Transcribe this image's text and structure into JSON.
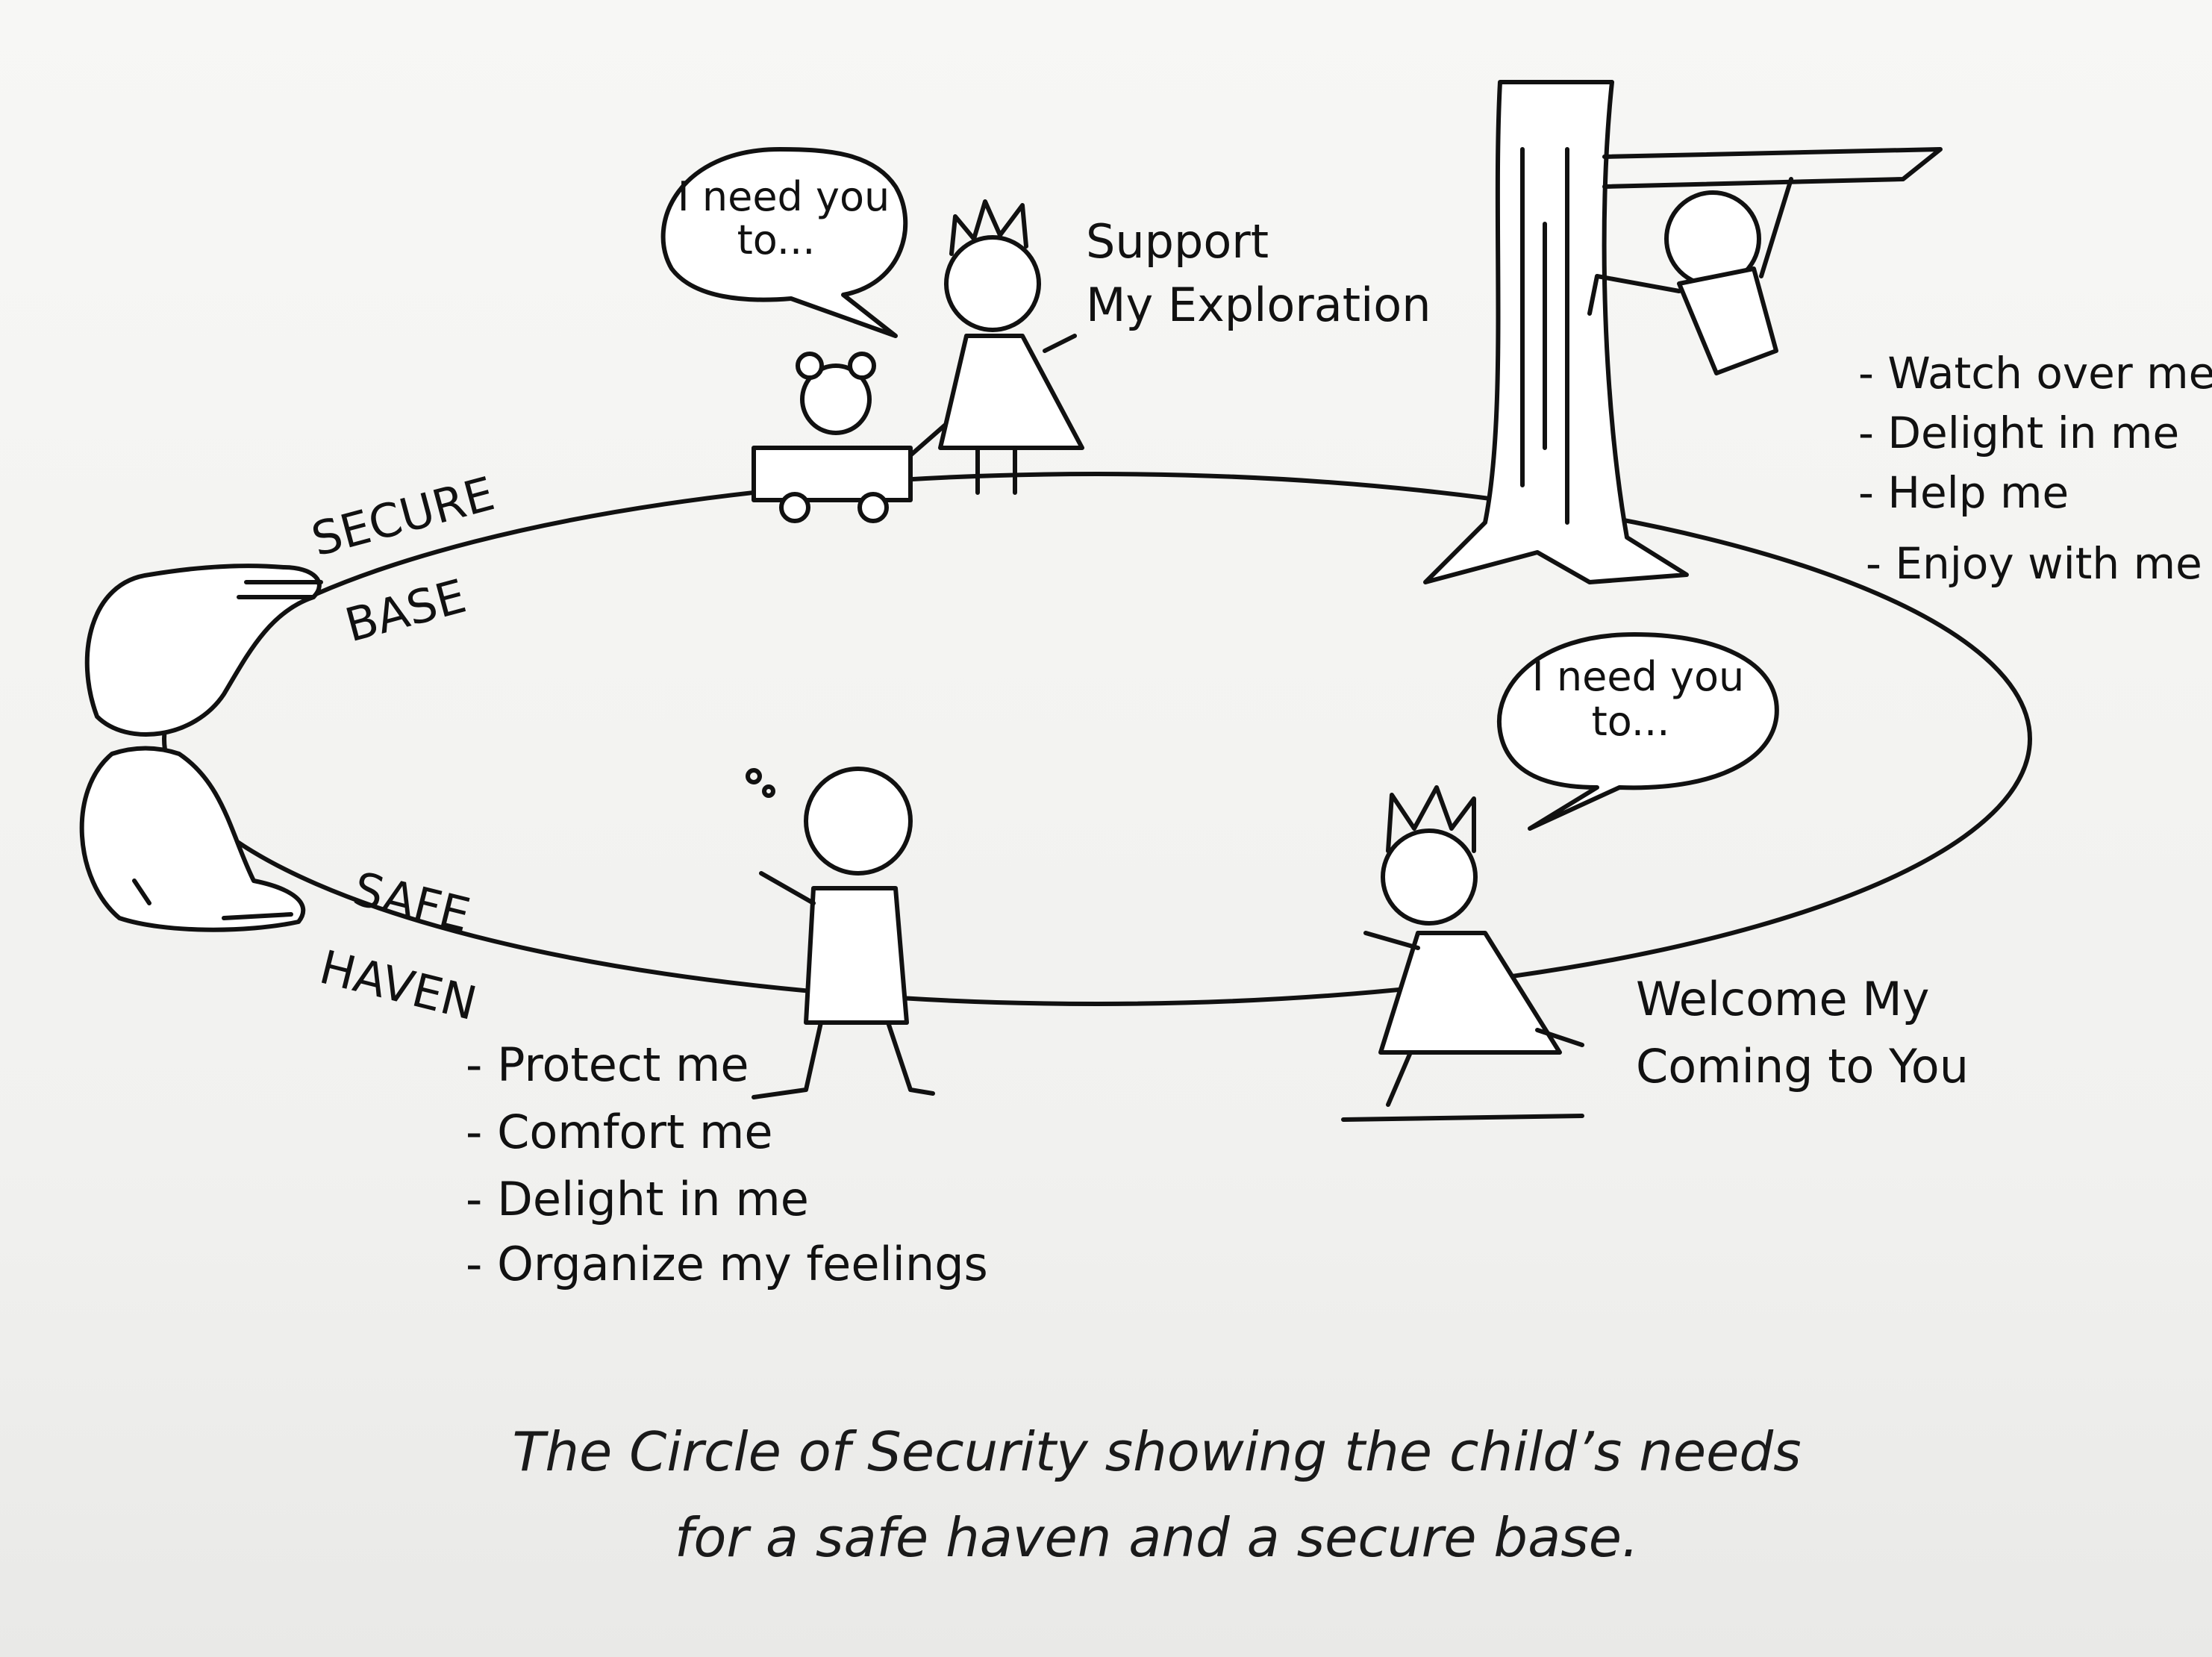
{
  "diagram": {
    "secure_base": {
      "line1": "SECURE",
      "line2": "BASE"
    },
    "safe_haven": {
      "line1": "SAFE",
      "line2": "HAVEN"
    },
    "top_bubble": {
      "line1": "I need you",
      "line2": "to..."
    },
    "right_bubble": {
      "line1": "I need you",
      "line2": "to..."
    },
    "support_label": {
      "line1": "Support",
      "line2": "My Exploration"
    },
    "welcome_label": {
      "line1": "Welcome My",
      "line2": "Coming to You"
    },
    "secure_base_needs": [
      "- Watch over me",
      "- Delight in me",
      "- Help me",
      "- Enjoy with me"
    ],
    "safe_haven_needs": [
      "- Protect me",
      "- Comfort me",
      "- Delight in me",
      "- Organize my feelings"
    ]
  },
  "caption": {
    "line1": "The Circle of Security showing the child’s needs",
    "line2": "for a safe haven and a secure base."
  }
}
